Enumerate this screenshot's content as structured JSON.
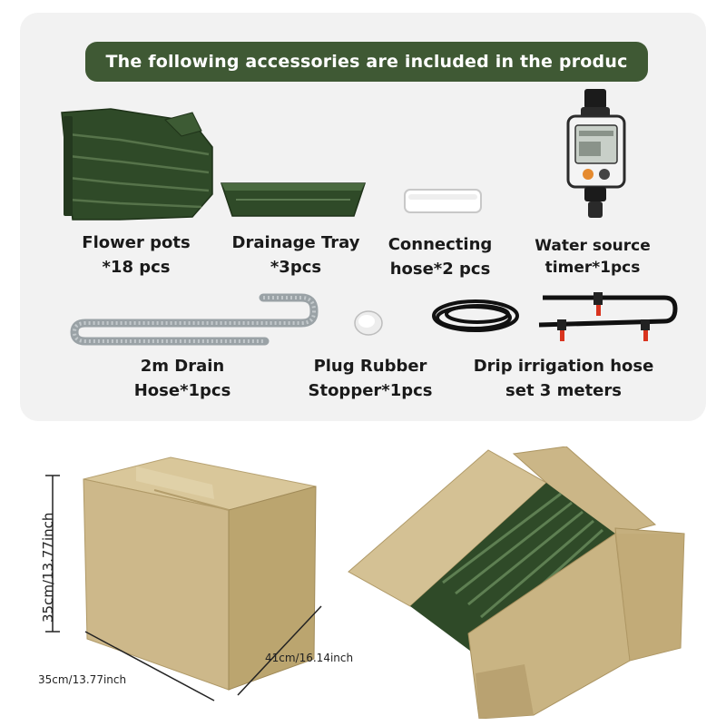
{
  "banner": {
    "title": "The following accessories are included in the produc"
  },
  "items": [
    {
      "line1": "Flower pots",
      "line2": "*18 pcs",
      "icon": "flower-pot-stack"
    },
    {
      "line1": "Drainage Tray",
      "line2": "*3pcs",
      "icon": "drainage-tray"
    },
    {
      "line1": "Connecting",
      "line2": "hose*2 pcs",
      "icon": "connecting-hose"
    },
    {
      "line1": "Water source",
      "line2": "timer*1pcs",
      "icon": "water-timer"
    },
    {
      "line1": "2m Drain",
      "line2": "Hose*1pcs",
      "icon": "drain-hose"
    },
    {
      "line1": "Plug Rubber",
      "line2": "Stopper*1pcs",
      "icon": "rubber-stopper"
    },
    {
      "line1": "Drip irrigation hose",
      "line2": "set 3 meters",
      "icon": "drip-irrigation-set"
    }
  ],
  "dimensions": {
    "height": "35cm/13.77inch",
    "width": "41cm/16.14inch",
    "depth": "35cm/13.77inch"
  },
  "colors": {
    "banner": "#3f5934",
    "pot_green": "#2f4a28",
    "cardboard": "#cdb88a",
    "panel": "#f2f2f2"
  }
}
